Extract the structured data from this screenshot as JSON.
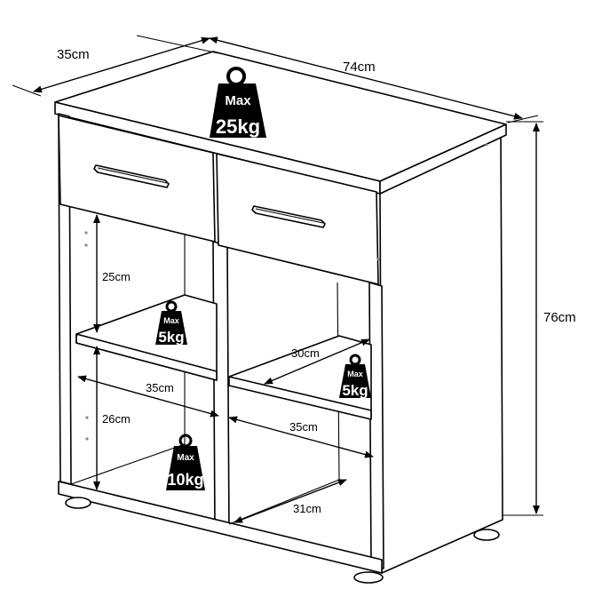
{
  "dimensions": {
    "depth": "35cm",
    "width": "74cm",
    "height": "76cm",
    "upper_shelf_height": "25cm",
    "lower_shelf_height": "26cm",
    "left_shelf_depth": "35cm",
    "right_upper_depth": "30cm",
    "right_lower_depth": "35cm",
    "bottom_inner_depth": "31cm"
  },
  "weight_labels": {
    "top": {
      "max": "Max",
      "value": "25kg"
    },
    "left_shelf": {
      "max": "Max",
      "value": "5kg"
    },
    "right_shelf": {
      "max": "Max",
      "value": "5kg"
    },
    "bottom": {
      "max": "Max",
      "value": "10kg"
    }
  },
  "colors": {
    "line": "#000000",
    "weight_badge": "#000000",
    "badge_text": "#ffffff"
  }
}
